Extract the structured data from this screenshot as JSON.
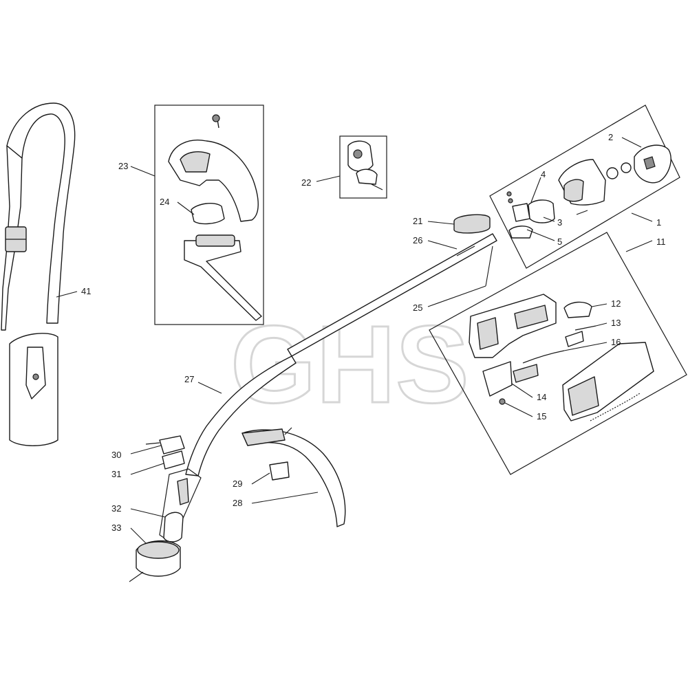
{
  "watermark": "GHS",
  "callouts": {
    "c1": "1",
    "c2": "2",
    "c3": "3",
    "c4": "4",
    "c5": "5",
    "c11": "11",
    "c12": "12",
    "c13": "13",
    "c14": "14",
    "c15": "15",
    "c16": "16",
    "c21": "21",
    "c22": "22",
    "c23": "23",
    "c24": "24",
    "c25": "25",
    "c26": "26",
    "c27": "27",
    "c28": "28",
    "c29": "29",
    "c30": "30",
    "c31": "31",
    "c32": "32",
    "c33": "33",
    "c41": "41"
  }
}
